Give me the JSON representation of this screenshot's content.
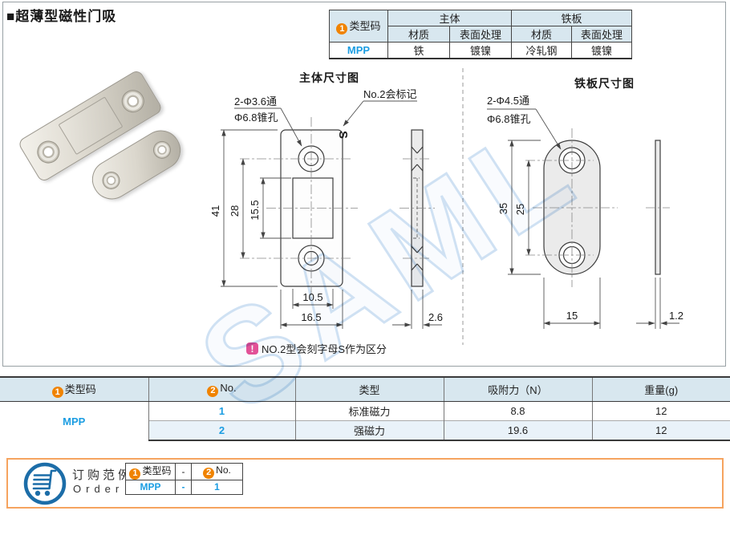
{
  "page": {
    "title": "■超薄型磁性门吸"
  },
  "colors": {
    "accent_blue": "#1b9de2",
    "badge_orange": "#f08300",
    "note_pink": "#e85298",
    "table_header_bg": "#d8e7ef",
    "row_alt_bg": "#e9f2f9",
    "order_border": "#f6a45f",
    "cart_blue": "#1c6da8"
  },
  "top_table": {
    "type_code_header": {
      "badge": "1",
      "label": "类型码"
    },
    "group_main": "主体",
    "group_plate": "铁板",
    "sub_headers": [
      "材质",
      "表面处理",
      "材质",
      "表面处理"
    ],
    "row": {
      "code": "MPP",
      "main_material": "铁",
      "main_finish": "镀镍",
      "plate_material": "冷轧钢",
      "plate_finish": "镀镍"
    }
  },
  "drawing_main": {
    "title": "主体尺寸图",
    "label_hole1": "2-Φ3.6通",
    "label_hole2": "Φ6.8锥孔",
    "label_mark": "No.2会标记",
    "s_mark": "S",
    "dim_height": "41",
    "dim_hole_span": "28",
    "dim_magnet_h": "15.5",
    "dim_magnet_w": "10.5",
    "dim_width": "16.5",
    "dim_thickness": "2.6"
  },
  "drawing_plate": {
    "title": "铁板尺寸图",
    "label_hole1": "2-Φ4.5通",
    "label_hole2": "Φ6.8锥孔",
    "dim_height": "35",
    "dim_hole_span": "25",
    "dim_width": "15",
    "dim_thickness": "1.2"
  },
  "note": {
    "badge": "!",
    "text": "NO.2型会刻字母S作为区分"
  },
  "bottom_table": {
    "headers": {
      "code": {
        "badge": "1",
        "label": "类型码"
      },
      "no": {
        "badge": "2",
        "label": "No."
      },
      "type": "类型",
      "force": "吸附力（N）",
      "weight": "重量(g)"
    },
    "code": "MPP",
    "rows": [
      {
        "no": "1",
        "type": "标准磁力",
        "force": "8.8",
        "weight": "12"
      },
      {
        "no": "2",
        "type": "强磁力",
        "force": "19.6",
        "weight": "12"
      }
    ]
  },
  "order_example": {
    "title_cn": "订购范例",
    "title_en": "Order",
    "header": {
      "code": {
        "badge": "1",
        "label": "类型码"
      },
      "dash": "-",
      "no": {
        "badge": "2",
        "label": "No."
      }
    },
    "row": {
      "code": "MPP",
      "dash": "-",
      "no": "1"
    }
  },
  "watermark": "SAML"
}
